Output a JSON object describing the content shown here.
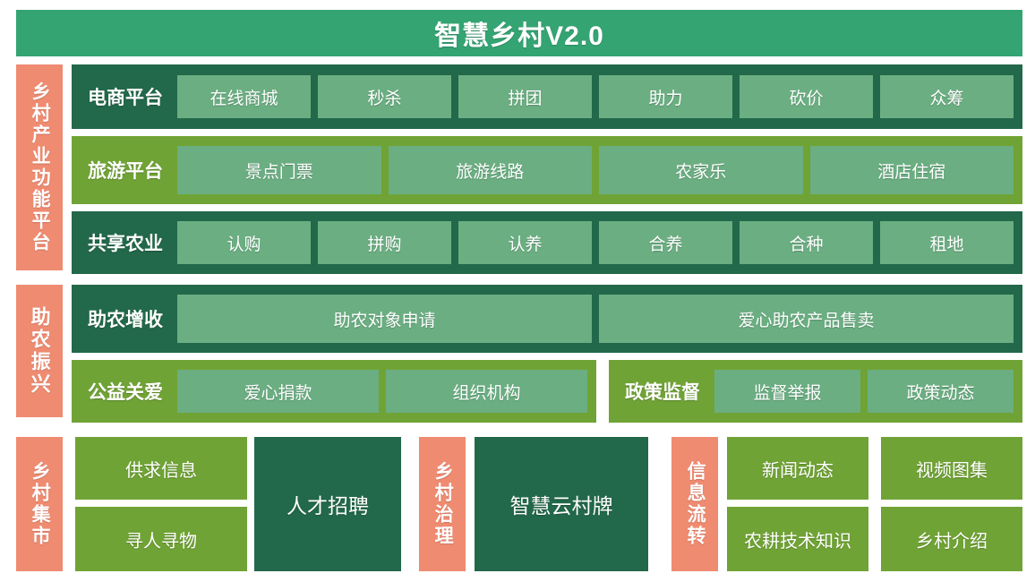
{
  "header": {
    "title": "智慧乡村V2.0"
  },
  "colors": {
    "header_green": "#34A472",
    "dark_green": "#22684A",
    "olive_green": "#70A335",
    "tile_green": "#6BAE82",
    "salmon": "#EF8B71",
    "background": "#FFFFFF",
    "text": "#FFFFFF"
  },
  "sections": [
    {
      "side_label": "乡村产业功能平台",
      "rows": [
        {
          "label": "电商平台",
          "theme": "dark",
          "tiles": [
            "在线商城",
            "秒杀",
            "拼团",
            "助力",
            "砍价",
            "众筹"
          ]
        },
        {
          "label": "旅游平台",
          "theme": "olive",
          "tiles": [
            "景点门票",
            "旅游线路",
            "农家乐",
            "酒店住宿"
          ]
        },
        {
          "label": "共享农业",
          "theme": "dark",
          "tiles": [
            "认购",
            "拼购",
            "认养",
            "合养",
            "合种",
            "租地"
          ]
        }
      ]
    },
    {
      "side_label": "助农振兴",
      "rows": [
        {
          "label": "助农增收",
          "theme": "dark",
          "tiles": [
            "助农对象申请",
            "爱心助农产品售卖"
          ]
        },
        {
          "label": "公益关爱",
          "theme": "olive",
          "tiles": [
            "爱心捐款",
            "组织机构"
          ]
        }
      ],
      "extra_row": {
        "label": "政策监督",
        "theme": "olive",
        "tiles": [
          "监督举报",
          "政策动态"
        ]
      }
    },
    {
      "side_label": "乡村集市",
      "stack_tiles": [
        "供求信息",
        "寻人寻物"
      ],
      "big_tile": "人才招聘"
    },
    {
      "side_label": "乡村治理",
      "big_tile": "智慧云村牌"
    },
    {
      "side_label": "信息流转",
      "grid_tiles": [
        "新闻动态",
        "视频图集",
        "农耕技术知识",
        "乡村介绍"
      ]
    }
  ]
}
